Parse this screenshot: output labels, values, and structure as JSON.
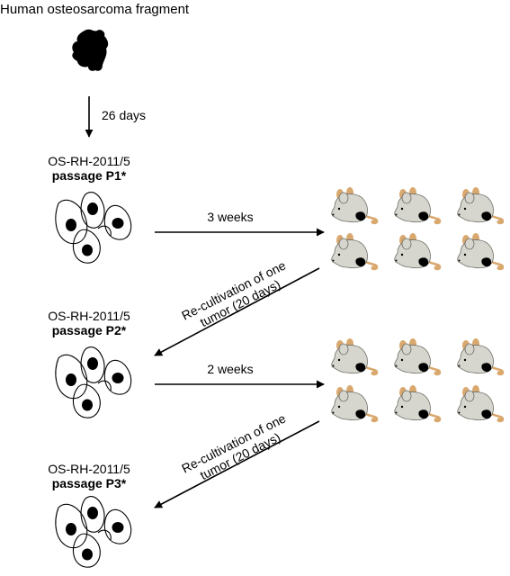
{
  "title": "Human osteosarcoma fragment",
  "first_step": {
    "duration": "26 days"
  },
  "passages": [
    {
      "line1": "OS-RH-2011/5",
      "line2": "passage P1*"
    },
    {
      "line1": "OS-RH-2011/5",
      "line2": "passage P2*"
    },
    {
      "line1": "OS-RH-2011/5",
      "line2": "passage P3*"
    }
  ],
  "transplants": [
    {
      "duration": "3 weeks"
    },
    {
      "duration": "2 weeks"
    }
  ],
  "recultivations": [
    {
      "line1": "Re-cultivation of one",
      "line2": "tumor  (20 days)"
    },
    {
      "line1": "Re-cultivation of one",
      "line2": "tumor  (20 days)"
    }
  ],
  "colors": {
    "ink": "#000000",
    "mouse_body": "#d6d6cf",
    "mouse_outline": "#6e6e66",
    "ear_tail": "#d9a86e"
  },
  "icons": {
    "tissue": "tumor-fragment-icon",
    "cells": "cell-culture-icon",
    "mouse": "mouse-with-tumor-icon"
  }
}
